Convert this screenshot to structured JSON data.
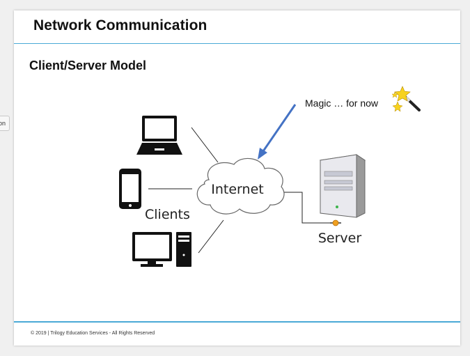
{
  "side_tab": {
    "text": "on"
  },
  "slide": {
    "title": "Network Communication",
    "section_title": "Client/Server Model",
    "footer": "© 2019 | Trilogy Education Services - All Rights Reserved"
  },
  "diagram": {
    "cloud_label": "Internet",
    "clients_label": "Clients",
    "server_label": "Server",
    "annotation": "Magic … for now",
    "icons": [
      "laptop-icon",
      "phone-icon",
      "desktop-computer-icon",
      "server-icon",
      "magic-wand-icon"
    ],
    "colors": {
      "arrow": "#4472c4",
      "rule": "#4aa9d6",
      "network_node": "#f0a020"
    }
  }
}
